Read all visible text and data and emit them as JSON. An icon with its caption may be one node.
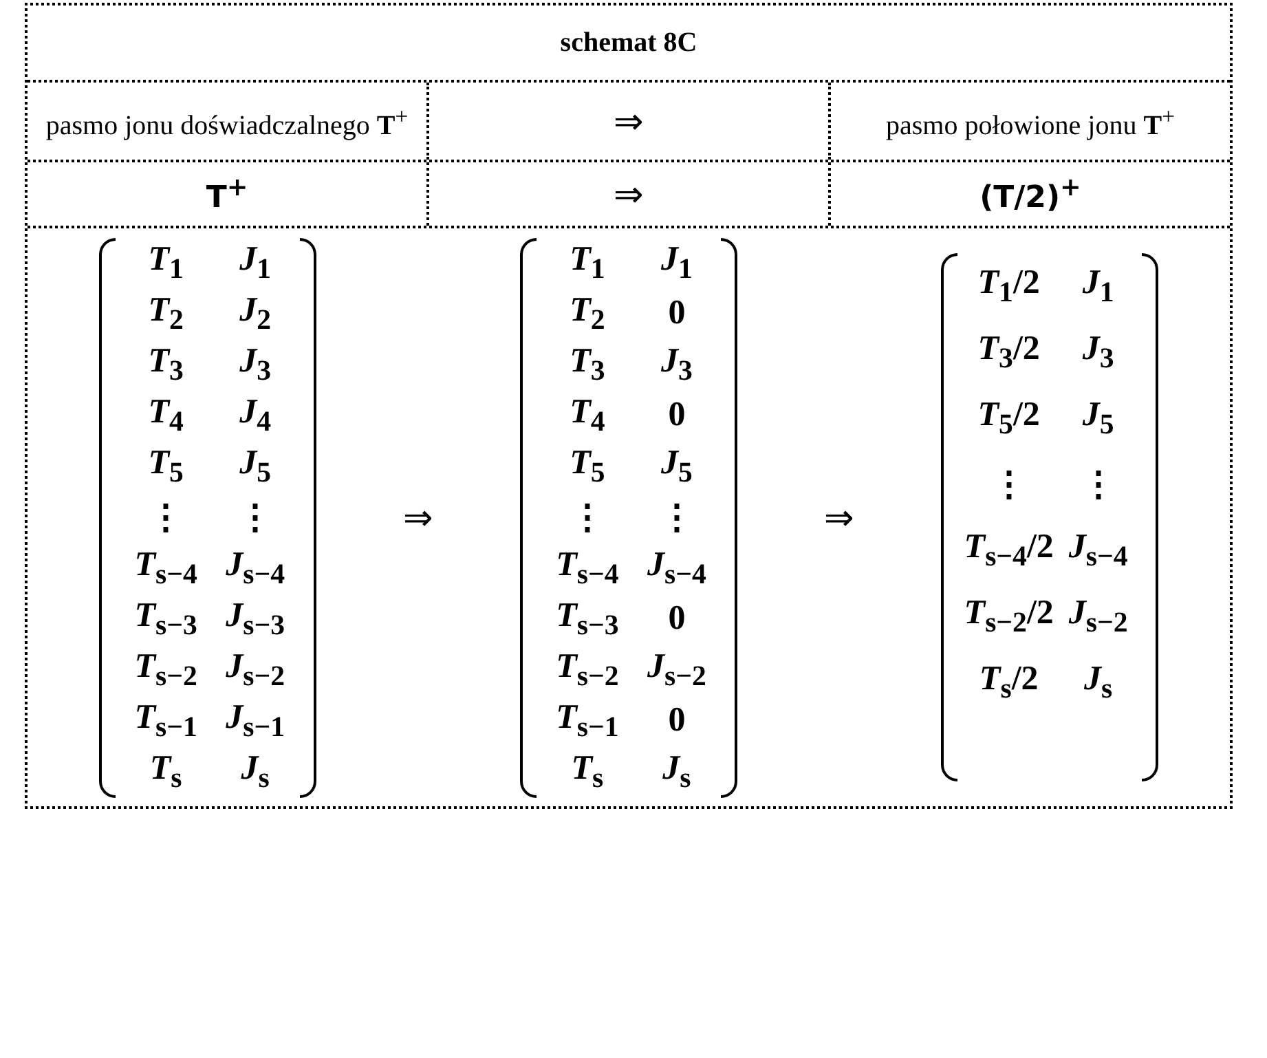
{
  "diagram": {
    "title": "schemat 8C",
    "labels": [
      "pasmo jonu doświadczalnego **T**$^{+}$",
      "⇒",
      "pasmo połowione jonu **T**$^{+}$",
      "T$^{+}$",
      "⇒",
      "(T/2)$^{+}$",
      "*T*$_{1}$",
      "*J*$_{1}$",
      "*T*$_{2}$",
      "*J*$_{2}$",
      "*T*$_{3}$",
      "*J*$_{3}$",
      "*T*$_{4}$",
      "*J*$_{4}$",
      "*T*$_{5}$",
      "*J*$_{5}$",
      "⋮",
      "⋮",
      "*T*$_{s−4}$",
      "*J*$_{s−4}$",
      "*T*$_{s−3}$",
      "*J*$_{s−3}$",
      "*T*$_{s−2}$",
      "*J*$_{s−2}$",
      "*T*$_{s−1}$",
      "*J*$_{s−1}$",
      "*T*$_{s}$",
      "*J*$_{s}$",
      "⇒",
      "*T*$_{1}$",
      "*J*$_{1}$",
      "*T*$_{2}$",
      "0",
      "*T*$_{3}$",
      "*J*$_{3}$",
      "*T*$_{4}$",
      "0",
      "*T*$_{5}$",
      "*J*$_{5}$",
      "⋮",
      "⋮",
      "*T*$_{s−4}$",
      "*J*$_{s−4}$",
      "*T*$_{s−3}$",
      "0",
      "*T*$_{s−2}$",
      "*J*$_{s−2}$",
      "*T*$_{s−1}$",
      "0",
      "*T*$_{s}$",
      "*J*$_{s}$",
      "⇒",
      "*T*$_{1}$/2",
      "*J*$_{1}$",
      "*T*$_{3}$/2",
      "*J*$_{3}$",
      "*T*$_{5}$/2",
      "*J*$_{5}$",
      "⋮",
      "⋮",
      "*T*$_{s−4}$/2",
      "*J*$_{s−4}$",
      "*T*$_{s−2}$/2",
      "*J*$_{s−2}$",
      "*T*$_{s}$/2",
      "*J*$_{s}$"
    ]
  }
}
